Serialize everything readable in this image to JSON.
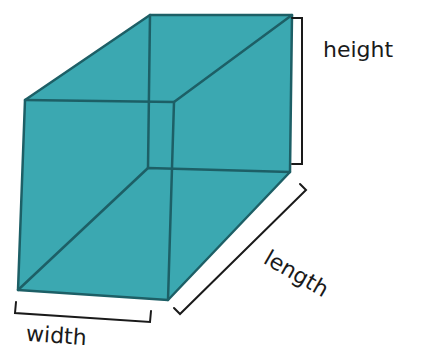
{
  "diagram": {
    "labels": [
      "height",
      "length",
      "width"
    ]
  }
}
